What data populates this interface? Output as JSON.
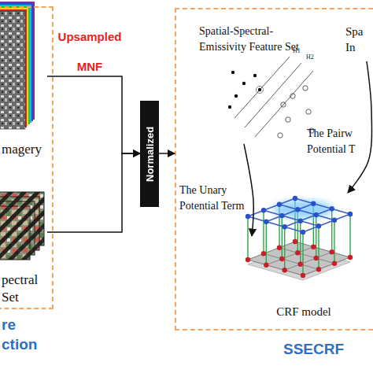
{
  "diagram": {
    "nodes": [
      {
        "text": [
          "re ction"
        ]
      },
      {
        "text": [
          "magery"
        ],
        "in": 0
      },
      {
        "text": [
          "pectral Set"
        ],
        "in": 0
      },
      {
        "text": [
          "Normalized"
        ]
      },
      {
        "text": [
          "SSECRF"
        ]
      },
      {
        "text": [
          "Spatial-Spectral-Emissivity Feature Set"
        ],
        "in": 4
      },
      {
        "text": [
          "Spa In"
        ],
        "in": 4
      },
      {
        "text": [
          "CRF model"
        ],
        "in": 4
      }
    ],
    "edges": [
      {
        "from": 1,
        "to": 3,
        "label": "Upsampled MNF",
        "arrow": "to"
      },
      {
        "from": 2,
        "to": 3,
        "arrow": "to"
      },
      {
        "from": 3,
        "to": 4,
        "arrow": "to"
      },
      {
        "from": 5,
        "to": 7,
        "label": "The Unary Potential Term",
        "arrow": "to"
      },
      {
        "from": 6,
        "to": 7,
        "label": "The Pairw Potential T",
        "arrow": "to"
      }
    ],
    "labels": [
      "H1",
      "H2"
    ]
  }
}
